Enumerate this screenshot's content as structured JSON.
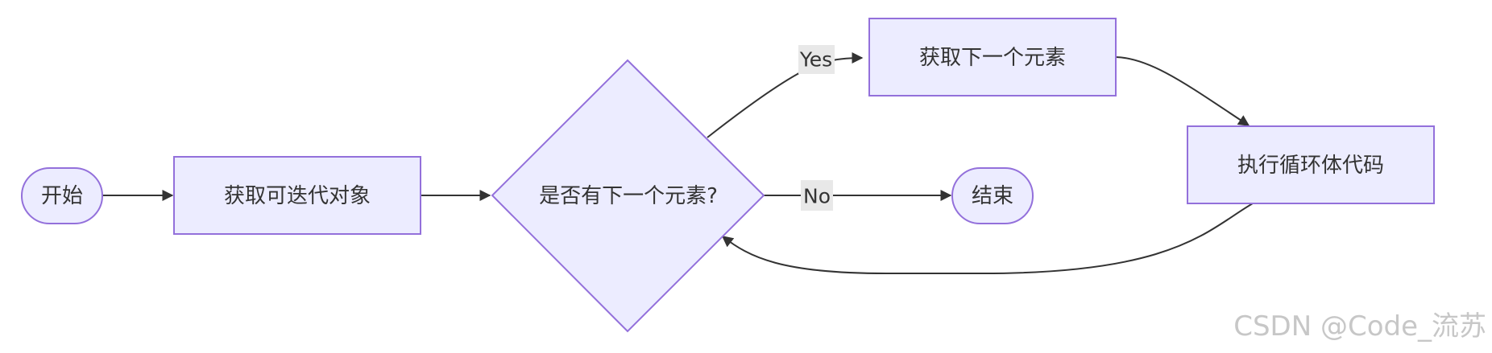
{
  "diagram": {
    "type": "flowchart",
    "nodes": {
      "start": {
        "label": "开始",
        "shape": "stadium"
      },
      "get_iterable": {
        "label": "获取可迭代对象",
        "shape": "rect"
      },
      "has_next": {
        "label": "是否有下一个元素?",
        "shape": "diamond"
      },
      "get_next": {
        "label": "获取下一个元素",
        "shape": "rect"
      },
      "exec_body": {
        "label": "执行循环体代码",
        "shape": "rect"
      },
      "end": {
        "label": "结束",
        "shape": "stadium"
      }
    },
    "edges": [
      {
        "from": "start",
        "to": "get_iterable",
        "label": ""
      },
      {
        "from": "get_iterable",
        "to": "has_next",
        "label": ""
      },
      {
        "from": "has_next",
        "to": "get_next",
        "label": "Yes"
      },
      {
        "from": "has_next",
        "to": "end",
        "label": "No"
      },
      {
        "from": "get_next",
        "to": "exec_body",
        "label": ""
      },
      {
        "from": "exec_body",
        "to": "has_next",
        "label": ""
      }
    ],
    "edge_labels": {
      "yes": "Yes",
      "no": "No"
    },
    "colors": {
      "node_fill": "#ECECFF",
      "node_stroke": "#9370DB",
      "edge": "#333333",
      "label_bg": "#E8E8E8",
      "text": "#333333"
    }
  },
  "watermark": "CSDN @Code_流苏"
}
